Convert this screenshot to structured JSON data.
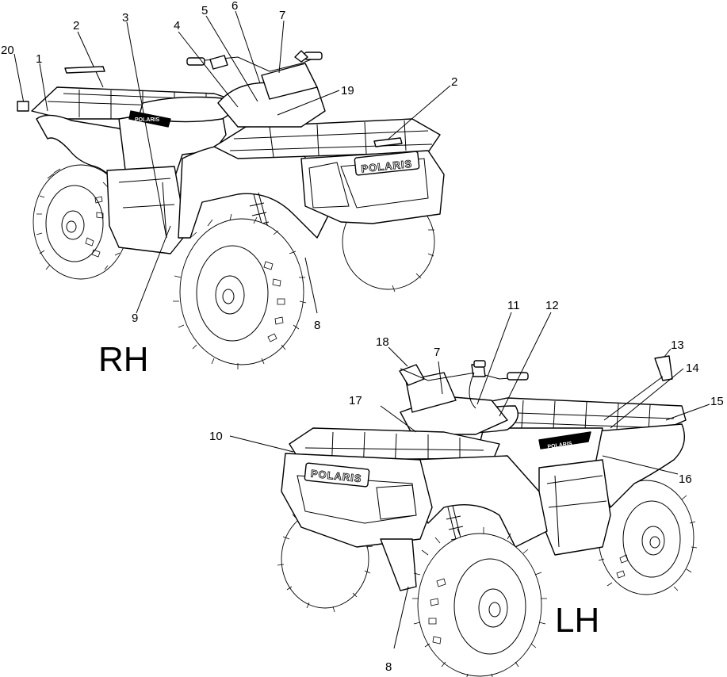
{
  "views": {
    "rh": {
      "label": "RH"
    },
    "lh": {
      "label": "LH"
    }
  },
  "brand": {
    "logo_text": "POLARIS"
  },
  "callouts": {
    "rh": [
      {
        "id": "rh-20",
        "text": "20"
      },
      {
        "id": "rh-1",
        "text": "1"
      },
      {
        "id": "rh-2a",
        "text": "2"
      },
      {
        "id": "rh-3",
        "text": "3"
      },
      {
        "id": "rh-4",
        "text": "4"
      },
      {
        "id": "rh-5",
        "text": "5"
      },
      {
        "id": "rh-6",
        "text": "6"
      },
      {
        "id": "rh-7",
        "text": "7"
      },
      {
        "id": "rh-19",
        "text": "19"
      },
      {
        "id": "rh-2b",
        "text": "2"
      },
      {
        "id": "rh-9",
        "text": "9"
      },
      {
        "id": "rh-8",
        "text": "8"
      }
    ],
    "lh": [
      {
        "id": "lh-18",
        "text": "18"
      },
      {
        "id": "lh-7",
        "text": "7"
      },
      {
        "id": "lh-11",
        "text": "11"
      },
      {
        "id": "lh-12",
        "text": "12"
      },
      {
        "id": "lh-13",
        "text": "13"
      },
      {
        "id": "lh-14",
        "text": "14"
      },
      {
        "id": "lh-15",
        "text": "15"
      },
      {
        "id": "lh-17",
        "text": "17"
      },
      {
        "id": "lh-10",
        "text": "10"
      },
      {
        "id": "lh-16",
        "text": "16"
      },
      {
        "id": "lh-8",
        "text": "8"
      }
    ]
  }
}
